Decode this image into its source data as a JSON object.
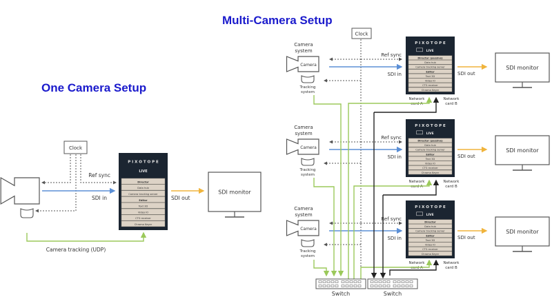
{
  "titles": {
    "one": "One Camera Setup",
    "multi": "Multi-Camera Setup"
  },
  "colors": {
    "title": "#1a1acc",
    "sdi_in": "#5b8fd6",
    "sdi_out": "#f0b43c",
    "tracking": "#9bc95a",
    "network_b": "#222222",
    "box_dark": "#1b2531",
    "list_bg": "#ddd3c6"
  },
  "one_camera": {
    "clock": "Clock",
    "ref_sync": "Ref sync",
    "sdi_in": "SDI in",
    "sdi_out": "SDI out",
    "monitor": "SDI monitor",
    "tracking": "Camera tracking (UDP)",
    "brand": "PIXOTOPE",
    "live": "LIVE",
    "list": [
      "Director",
      "Data hub",
      "Camera tracking server",
      "Editor",
      "Text 3D",
      "Video IO",
      "CTS receiver",
      "Chroma Keyer"
    ]
  },
  "multi_camera": {
    "clock": "Clock",
    "camera_system": "Camera system",
    "camera": "Camera",
    "tracking_system": "Tracking system",
    "ref_sync": "Ref sync",
    "sdi_in": "SDI in",
    "sdi_out": "SDI out",
    "monitor": "SDI monitor",
    "network_a": "Network card A",
    "network_b": "Network card B",
    "brand": "PIXOTOPE",
    "live": "LIVE",
    "switch": "Switch",
    "lists": [
      [
        "Director (passive)",
        "Data hub",
        "Camera tracking server",
        "Editor",
        "Text 3D",
        "Video IO",
        "CTS receiver",
        "Chroma Keyer"
      ],
      [
        "Director (passive)",
        "Data hub",
        "Camera tracking server",
        "Editor",
        "Text 3D",
        "Video IO",
        "CTS receiver",
        "Chroma Keyer"
      ],
      [
        "Director",
        "Data hub",
        "Camera tracking server",
        "Editor",
        "Text 3D",
        "Video IO",
        "CTS receiver",
        "Chroma Keyer"
      ]
    ]
  }
}
